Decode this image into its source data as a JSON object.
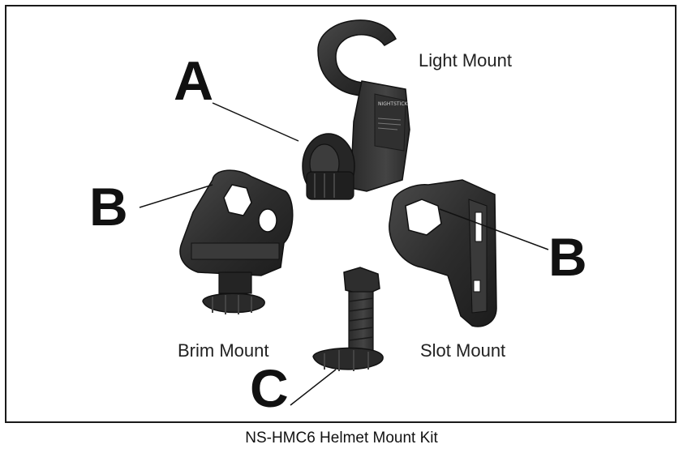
{
  "figure": {
    "caption": "NS-HMC6 Helmet Mount Kit",
    "parts": {
      "light_mount": {
        "letter": "A",
        "label": "Light Mount",
        "brand_text": "NIGHTSTICK"
      },
      "brim_mount": {
        "letter": "B",
        "label": "Brim Mount"
      },
      "slot_mount": {
        "letter": "B",
        "label": "Slot Mount"
      },
      "bolt": {
        "letter": "C"
      }
    }
  },
  "colors": {
    "part_dark": "#2b2b2b",
    "part_mid": "#3a3a3a",
    "part_highlight": "#5a5a5a",
    "outline": "#111111",
    "leader_line": "#111111"
  }
}
